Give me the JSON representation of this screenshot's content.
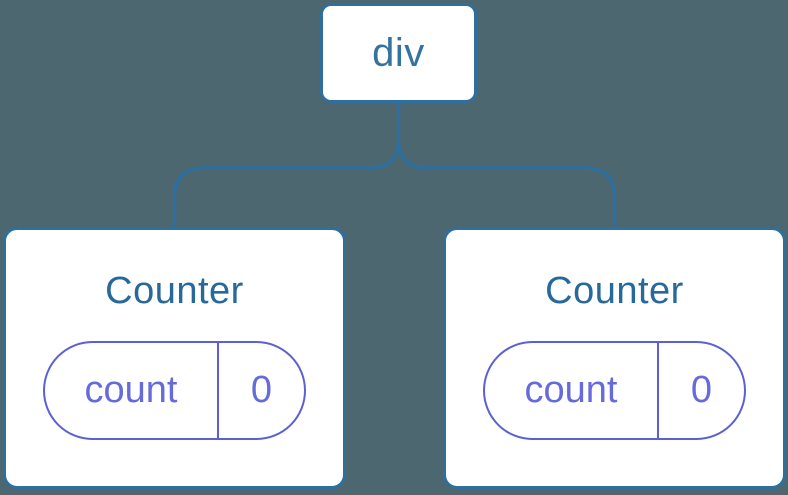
{
  "colors": {
    "background": "#4D6771",
    "node_fill": "#FFFFFF",
    "node_border_blue": "#2E6F9D",
    "node_text_blue": "#27699C",
    "state_pill_purple": "#5C60D2",
    "state_text_purple": "#666BDC"
  },
  "tree": {
    "root": {
      "label": "div"
    },
    "children": [
      {
        "title": "Counter",
        "state": {
          "key": "count",
          "value": "0"
        }
      },
      {
        "title": "Counter",
        "state": {
          "key": "count",
          "value": "0"
        }
      }
    ]
  }
}
